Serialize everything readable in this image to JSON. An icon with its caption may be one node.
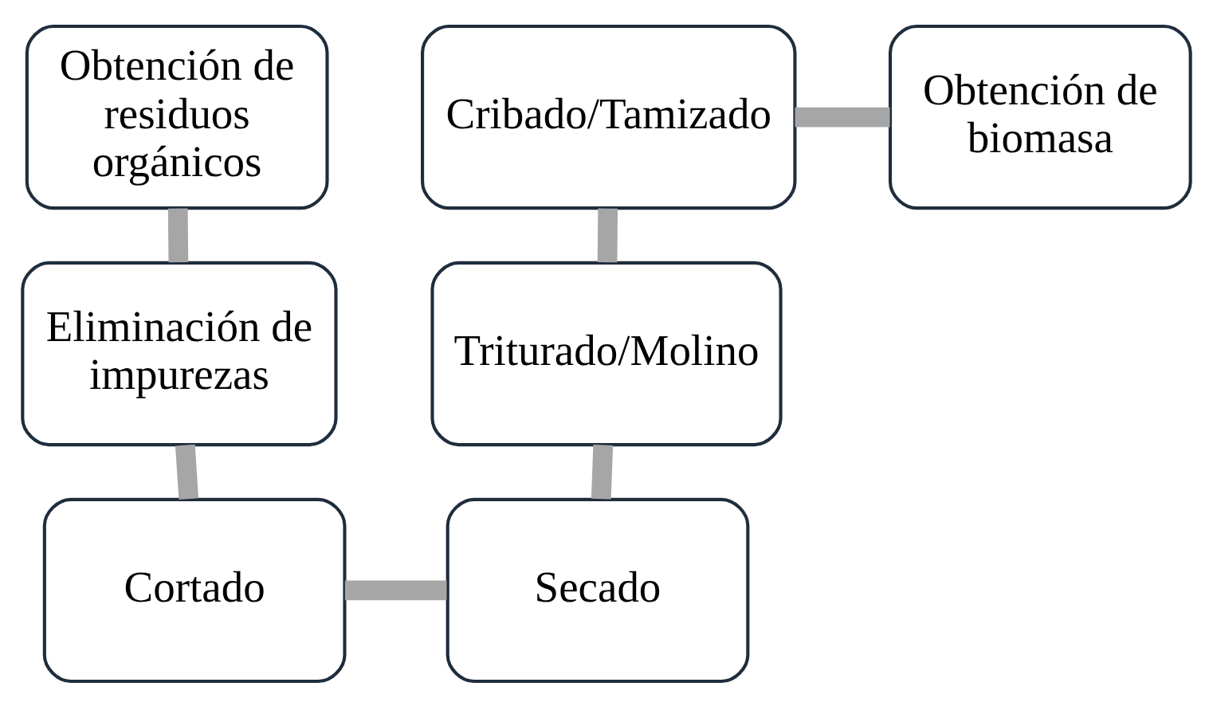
{
  "diagram": {
    "nodes": [
      {
        "text": [
          "Obtención de residuos orgánicos"
        ]
      },
      {
        "text": [
          "Eliminación de impurezas"
        ]
      },
      {
        "text": [
          "Cortado"
        ]
      },
      {
        "text": [
          "Secado"
        ]
      },
      {
        "text": [
          "Triturado/Molino"
        ]
      },
      {
        "text": [
          "Cribado/Tamizado"
        ]
      },
      {
        "text": [
          "Obtención de biomasa"
        ]
      }
    ],
    "edges": [
      {
        "from": 0,
        "to": 1,
        "arrow": "none"
      },
      {
        "from": 1,
        "to": 2,
        "arrow": "none"
      },
      {
        "from": 2,
        "to": 3,
        "arrow": "none"
      },
      {
        "from": 3,
        "to": 4,
        "arrow": "none"
      },
      {
        "from": 4,
        "to": 5,
        "arrow": "none"
      },
      {
        "from": 5,
        "to": 6,
        "arrow": "none"
      }
    ]
  }
}
